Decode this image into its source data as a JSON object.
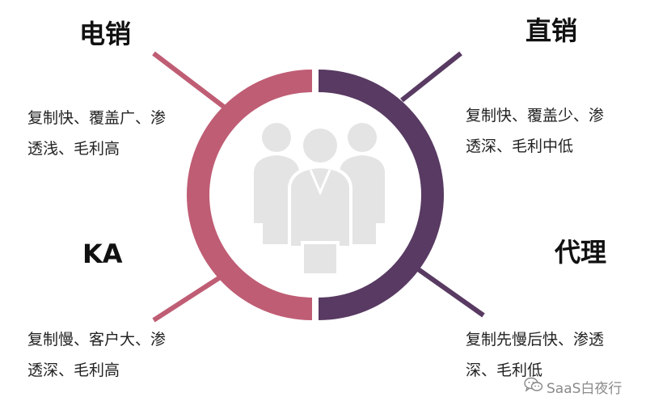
{
  "colors": {
    "left_arc": "#bf5d74",
    "right_arc": "#583a62",
    "people_icon": "#e4e4e4",
    "title_text": "#111111",
    "body_text": "#222222",
    "watermark": "#8a8a8a"
  },
  "center_icon": "people-group-icon",
  "quadrants": {
    "top_left": {
      "title": "电销",
      "lines": [
        "复制快、覆盖广、渗",
        "透浅、毛利高"
      ]
    },
    "top_right": {
      "title": "直销",
      "lines": [
        "复制快、覆盖少、渗",
        "透深、毛利中低"
      ]
    },
    "bottom_left": {
      "title": "KA",
      "lines": [
        "复制慢、客户大、渗",
        "透深、毛利高"
      ]
    },
    "bottom_right": {
      "title": "代理",
      "lines": [
        "复制先慢后快、渗透",
        "深、毛利低"
      ]
    }
  },
  "watermark": {
    "icon": "wechat-icon",
    "text": "SaaS白夜行"
  }
}
